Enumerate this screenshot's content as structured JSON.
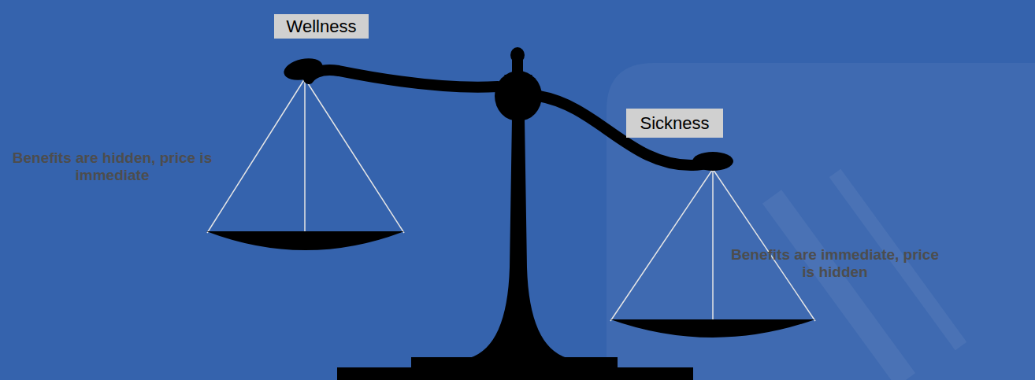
{
  "diagram": {
    "nodes": [
      {
        "text": [
          "Wellness"
        ]
      },
      {
        "text": [
          "Sickness"
        ]
      }
    ],
    "labels": [
      "Benefits are hidden, price is immediate",
      "Benefits are immediate, price is hidden"
    ]
  }
}
